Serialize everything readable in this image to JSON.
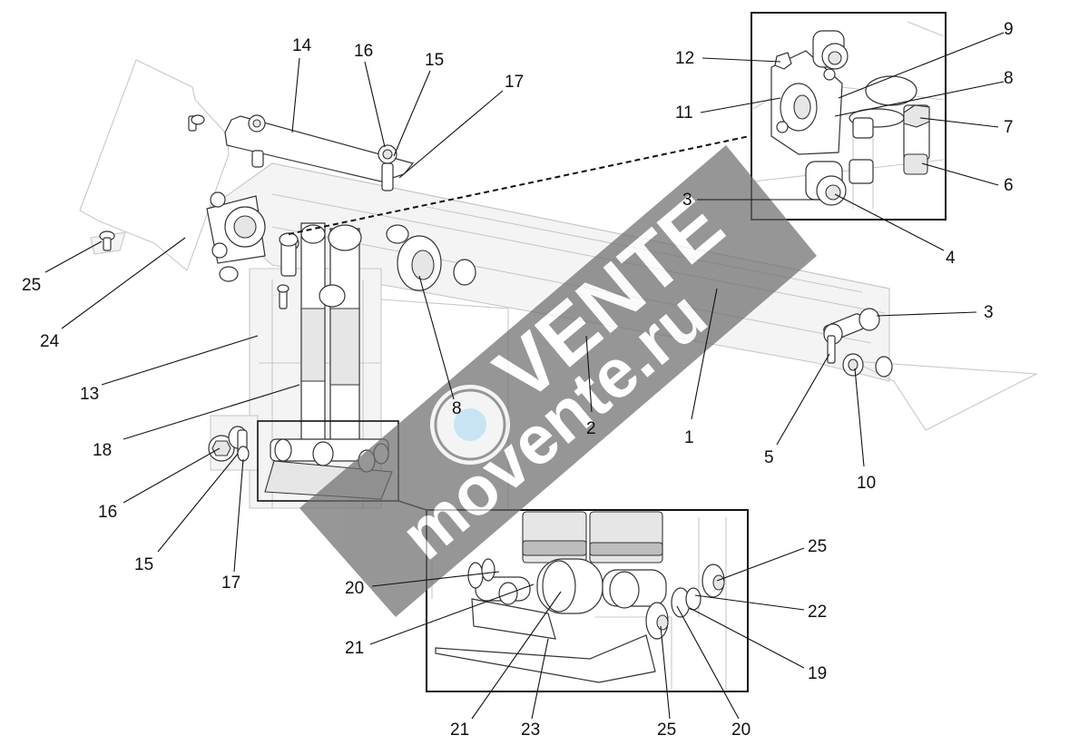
{
  "watermark": {
    "brand": "VENTE",
    "site": "movente.ru",
    "color": "#6f6f6f"
  },
  "callouts": {
    "main": {
      "c14": "14",
      "c16a": "16",
      "c15a": "15",
      "c17a": "17",
      "c25a": "25",
      "c24": "24",
      "c13": "13",
      "c18": "18",
      "c16b": "16",
      "c15b": "15",
      "c17b": "17",
      "c8b": "8",
      "c2": "2",
      "c1": "1",
      "c3b": "3",
      "c5": "5",
      "c10": "10"
    },
    "inset_top": {
      "c12": "12",
      "c11": "11",
      "c9": "9",
      "c8a": "8",
      "c7": "7",
      "c6": "6",
      "c3a": "3",
      "c4": "4"
    },
    "inset_bottom": {
      "c20a": "20",
      "c21a": "21",
      "c21b": "21",
      "c23": "23",
      "c25b": "25",
      "c20b": "20",
      "c25c": "25",
      "c22": "22",
      "c19": "19"
    }
  }
}
